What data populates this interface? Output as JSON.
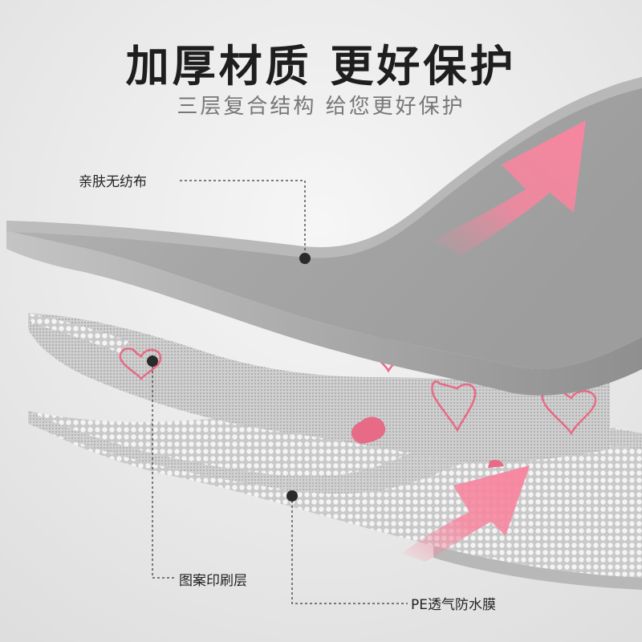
{
  "title": "加厚材质 更好保护",
  "subtitle": "三层复合结构 给您更好保护",
  "layers": [
    {
      "label": "亲肤无纺布",
      "icon": "dot-marker-icon"
    },
    {
      "label": "图案印刷层",
      "icon": "dot-marker-icon"
    },
    {
      "label": "PE透气防水膜",
      "icon": "dot-marker-icon"
    }
  ],
  "colors": {
    "background": "#ececec",
    "top_layer": "#a9a9a9",
    "accent_pink": "#f7869f",
    "heart_pink": "#e76a86",
    "title": "#1e1e1e",
    "subtitle": "#777777"
  }
}
